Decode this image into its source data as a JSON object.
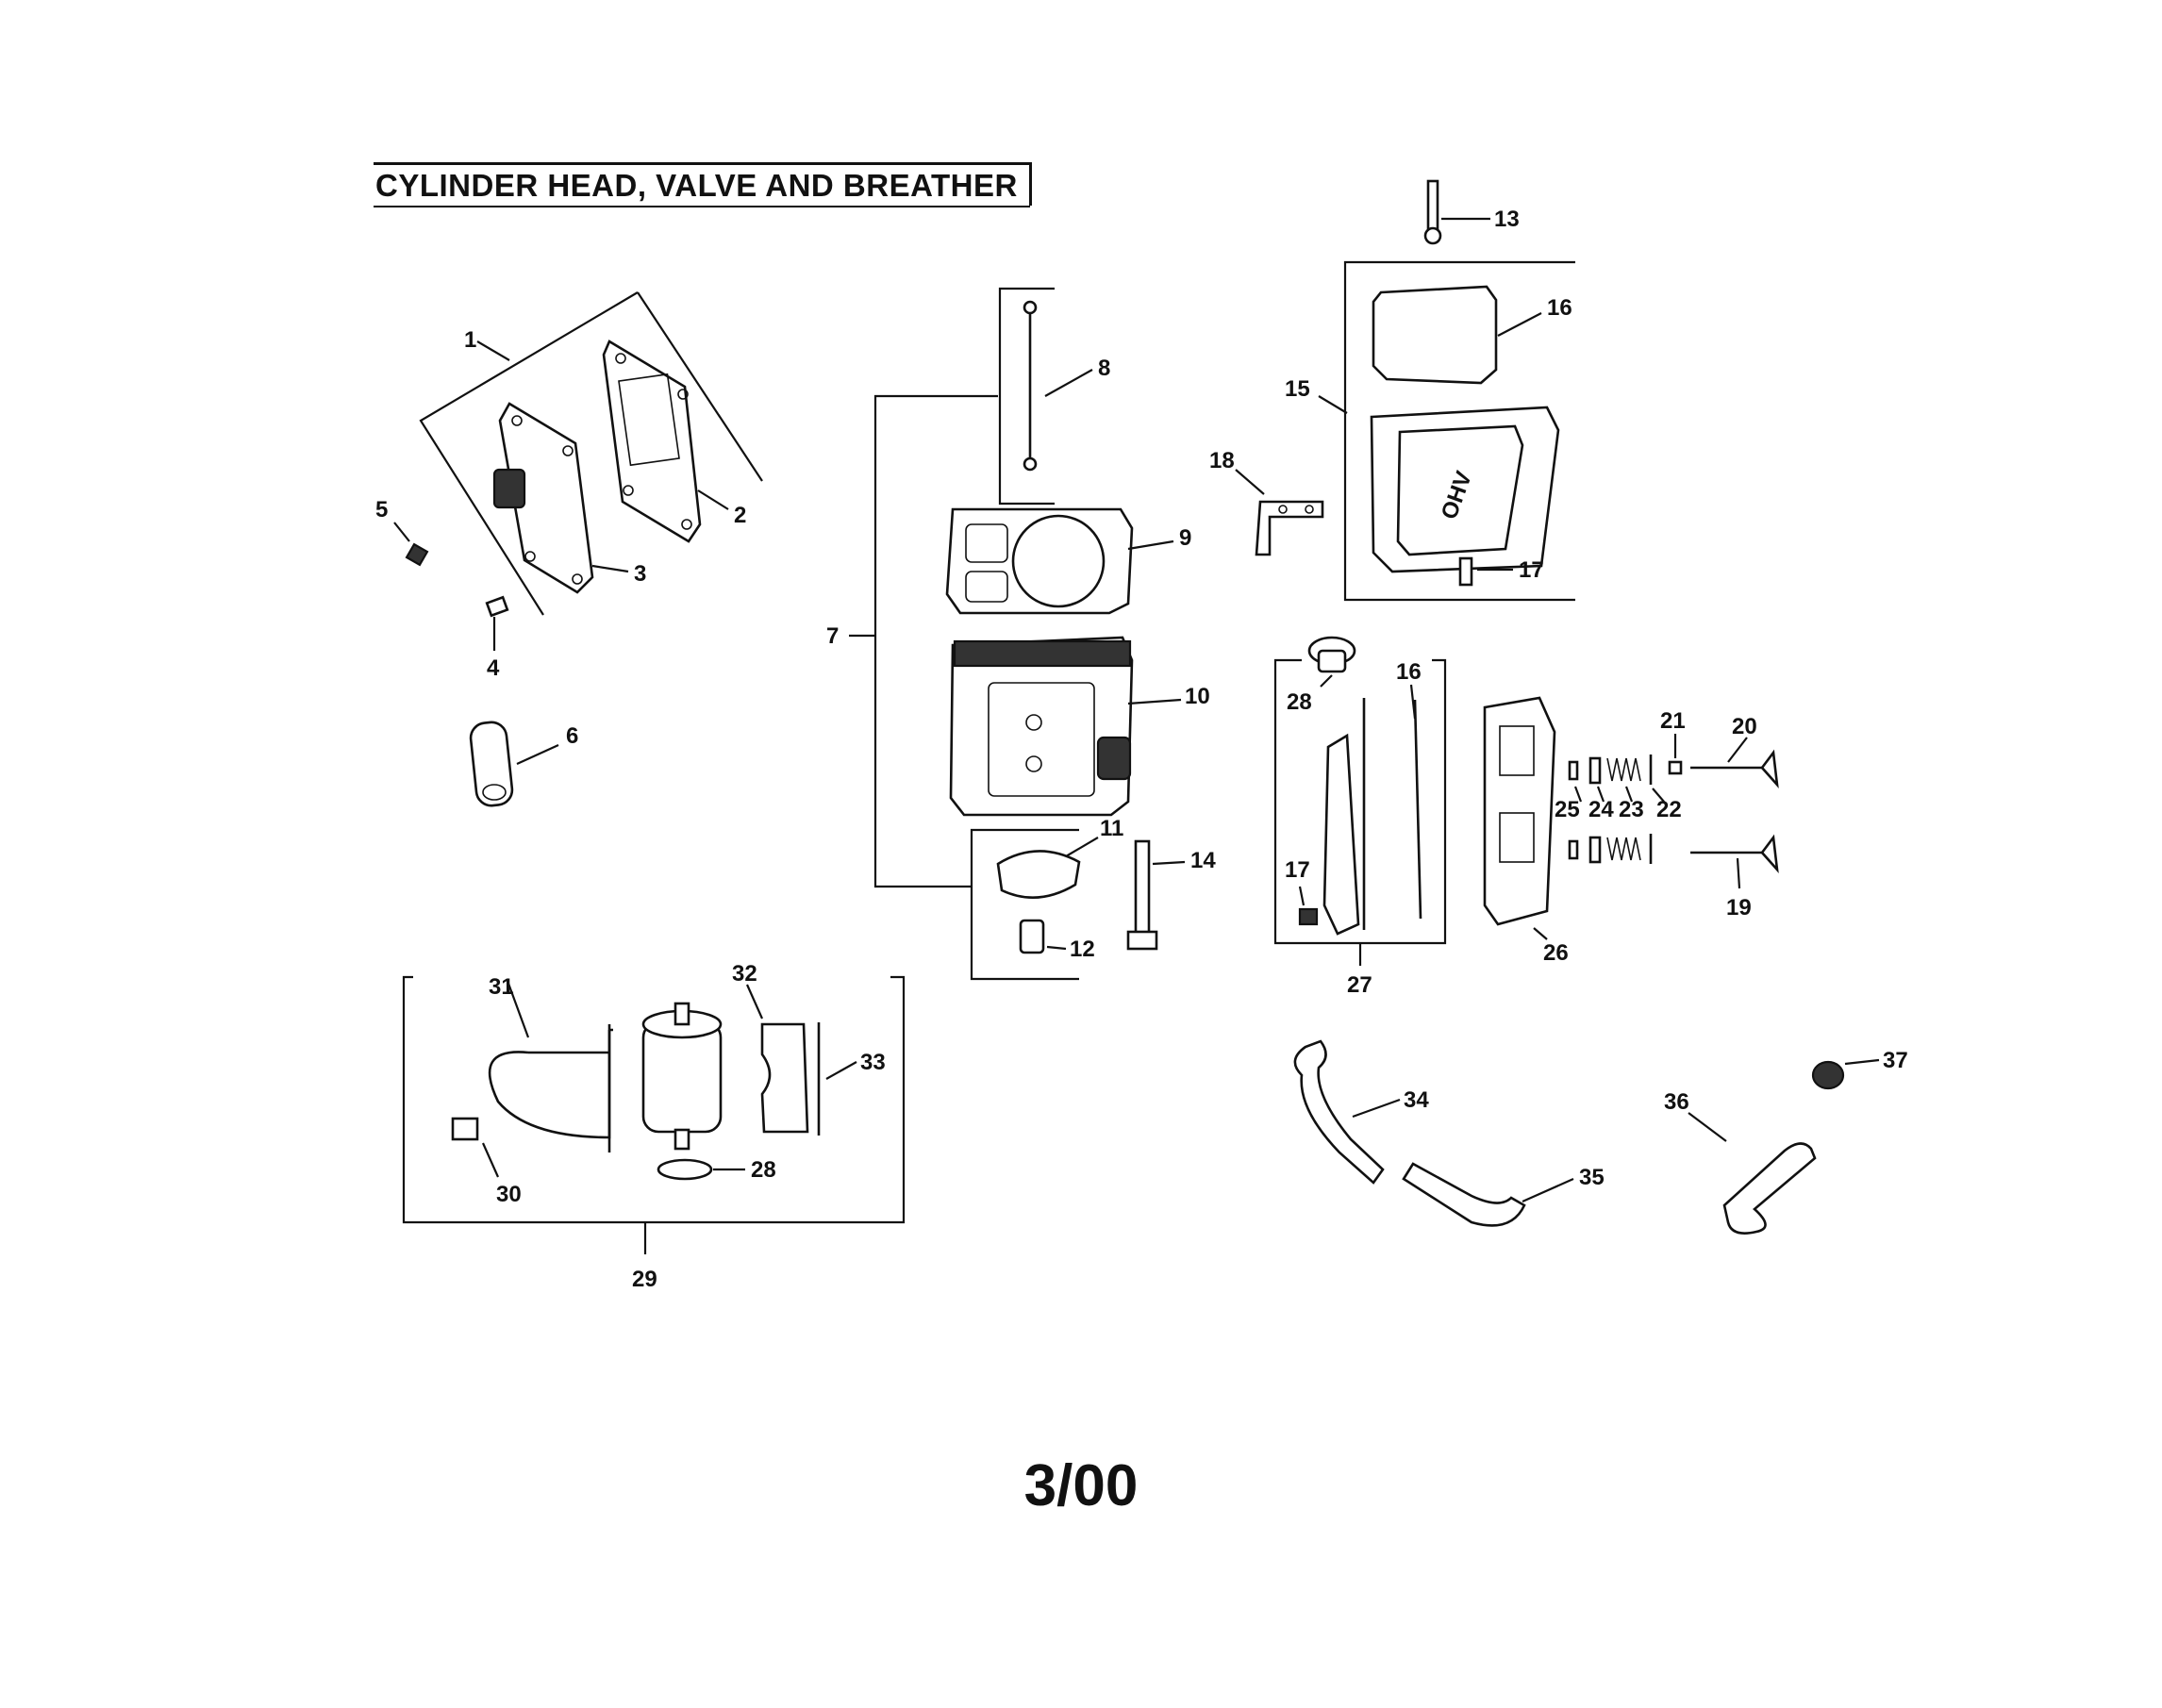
{
  "title": "CYLINDER HEAD, VALVE AND BREATHER",
  "footer": "3/00",
  "callouts": [
    {
      "id": "1",
      "text": "1"
    },
    {
      "id": "2",
      "text": "2"
    },
    {
      "id": "3",
      "text": "3"
    },
    {
      "id": "4",
      "text": "4"
    },
    {
      "id": "5",
      "text": "5"
    },
    {
      "id": "6",
      "text": "6"
    },
    {
      "id": "7",
      "text": "7"
    },
    {
      "id": "8",
      "text": "8"
    },
    {
      "id": "9",
      "text": "9"
    },
    {
      "id": "10",
      "text": "10"
    },
    {
      "id": "11",
      "text": "11"
    },
    {
      "id": "12",
      "text": "12"
    },
    {
      "id": "13",
      "text": "13"
    },
    {
      "id": "14",
      "text": "14"
    },
    {
      "id": "15",
      "text": "15"
    },
    {
      "id": "16a",
      "text": "16"
    },
    {
      "id": "16b",
      "text": "16"
    },
    {
      "id": "17a",
      "text": "17"
    },
    {
      "id": "17b",
      "text": "17"
    },
    {
      "id": "18",
      "text": "18"
    },
    {
      "id": "19",
      "text": "19"
    },
    {
      "id": "20",
      "text": "20"
    },
    {
      "id": "21",
      "text": "21"
    },
    {
      "id": "22",
      "text": "22"
    },
    {
      "id": "23",
      "text": "23"
    },
    {
      "id": "24",
      "text": "24"
    },
    {
      "id": "25",
      "text": "25"
    },
    {
      "id": "26",
      "text": "26"
    },
    {
      "id": "27",
      "text": "27"
    },
    {
      "id": "28a",
      "text": "28"
    },
    {
      "id": "28b",
      "text": "28"
    },
    {
      "id": "29",
      "text": "29"
    },
    {
      "id": "30",
      "text": "30"
    },
    {
      "id": "31",
      "text": "31"
    },
    {
      "id": "32",
      "text": "32"
    },
    {
      "id": "33",
      "text": "33"
    },
    {
      "id": "34",
      "text": "34"
    },
    {
      "id": "35",
      "text": "35"
    },
    {
      "id": "36",
      "text": "36"
    },
    {
      "id": "37",
      "text": "37"
    }
  ],
  "cover_logo": "OHV"
}
